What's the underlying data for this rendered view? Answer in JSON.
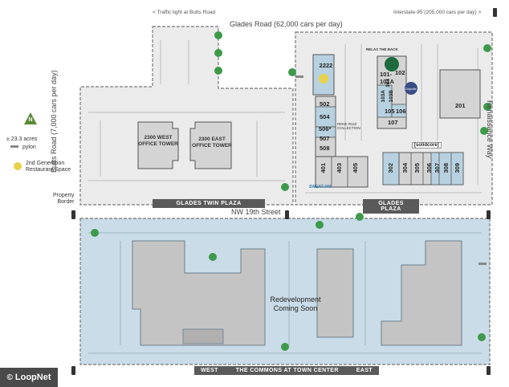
{
  "roads": {
    "top_left_note": "< Traffic light at Butts Road",
    "top_right_note": "Interstate-95 (205,000 cars per day) >",
    "glades_road": "Glades Road (62,000 cars per day)",
    "butts_road": "Butts Road (7,000 cars per day)",
    "renaissance_way": "Renaissance Way",
    "nw19th": "NW 19th Street"
  },
  "banners": {
    "glades_twin_plaza": "GLADES TWIN PLAZA",
    "glades_plaza": "GLADES PLAZA",
    "commons_west": "WEST",
    "commons_name": "THE COMMONS AT TOWN CENTER",
    "commons_east": "EAST"
  },
  "towers": {
    "west": [
      "2300 WEST",
      "OFFICE TOWER"
    ],
    "east": [
      "2300 EAST",
      "OFFICE TOWER"
    ]
  },
  "units": {
    "u2222": "2222",
    "u102": "102",
    "u101": "101-",
    "u101a": "101A",
    "u103a": "103A",
    "u103b": "103B",
    "u104": "104",
    "u105": "105",
    "u106": "106",
    "u107": "107",
    "u201": "201",
    "u502": "502",
    "u504": "504",
    "u506": "506*",
    "u507": "507",
    "u508": "508",
    "u401": "401",
    "u403": "403",
    "u405": "405",
    "u302": "302",
    "u304": "304",
    "u305": "305",
    "u306": "306",
    "u307": "307",
    "u308": "308",
    "u309": "309"
  },
  "tenants": {
    "relax_the_back": "RELAX THE BACK",
    "rene_ruiz": "RENE RUIZ COLLECTION",
    "solidcore": "[solidcore]",
    "sweat440": "SWEAT 440",
    "chipotle": "Chipotle"
  },
  "legend": {
    "acres": "± 23.3 acres",
    "pylon": "pylon",
    "restaurant_line1": "2nd Generation",
    "restaurant_line2": "Restaurant Space",
    "property_border_1": "Property",
    "property_border_2": "Border"
  },
  "redevelopment": [
    "Redevelopment",
    "Coming Soon"
  ],
  "watermark": "LoopNet",
  "colors": {
    "blue_fill": "#c9dce8",
    "building_gray": "#cfcfcf",
    "parking_gray": "#e6e6e6",
    "tree_green": "#3e9a4a",
    "banner": "#5a5a5a"
  }
}
